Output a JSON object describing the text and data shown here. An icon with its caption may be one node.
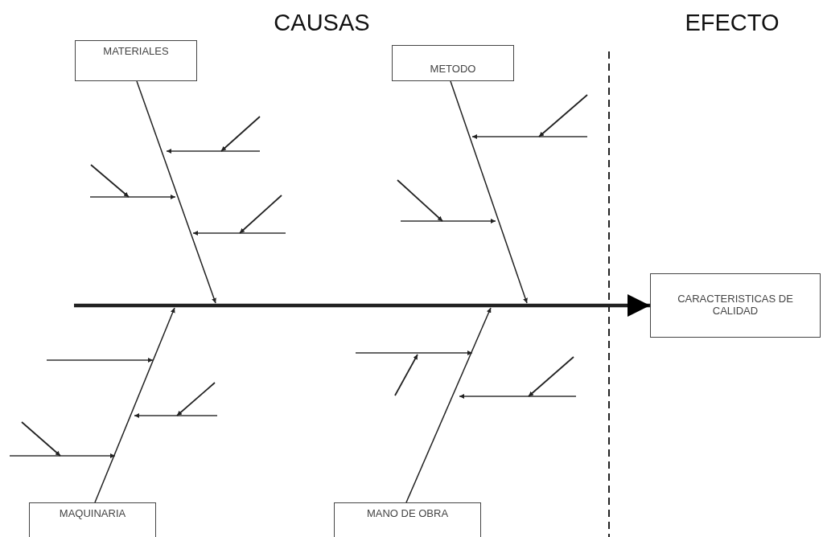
{
  "diagram": {
    "nodes": [
      {
        "text": [
          "MATERIALES"
        ]
      },
      {
        "text": [
          "METODO"
        ]
      },
      {
        "text": [
          "MAQUINARIA"
        ]
      },
      {
        "text": [
          "MANO DE OBRA"
        ]
      },
      {
        "text": [
          "CARACTERISTICAS DE CALIDAD"
        ]
      }
    ],
    "edges": [
      {
        "from": null,
        "to": 4,
        "arrow": "to",
        "style": "thick"
      },
      {
        "from": 0,
        "to": null,
        "arrow": "to"
      },
      {
        "from": 1,
        "to": null,
        "arrow": "to"
      },
      {
        "from": 2,
        "to": null,
        "arrow": "to"
      },
      {
        "from": 3,
        "to": null,
        "arrow": "to"
      }
    ],
    "labels": [
      "CAUSAS",
      "EFECTO"
    ]
  }
}
